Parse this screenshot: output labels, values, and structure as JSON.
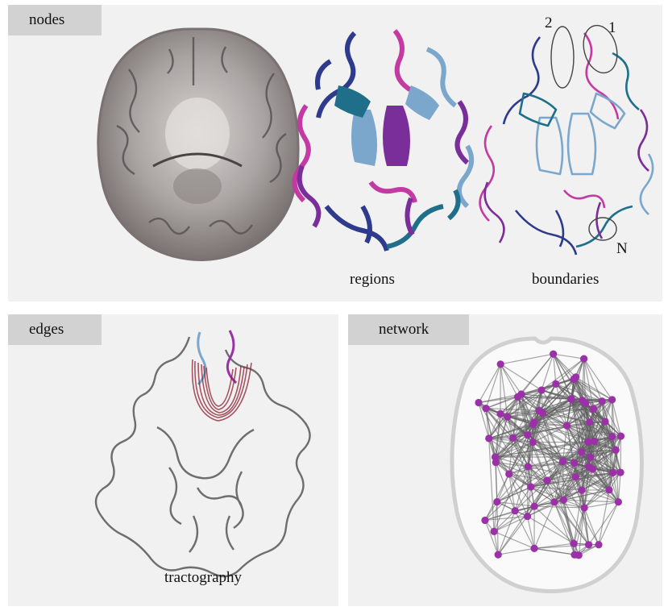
{
  "panels": {
    "nodes": {
      "tab": "nodes",
      "captions": {
        "regions": "regions",
        "boundaries": "boundaries"
      },
      "markers": {
        "one": "1",
        "two": "2",
        "n": "N"
      }
    },
    "edges": {
      "tab": "edges",
      "caption": "tractography"
    },
    "network": {
      "tab": "network"
    }
  },
  "colors": {
    "panel_bg": "#f1f1f1",
    "tab_bg": "#d2d2d2",
    "region_blue_dark": "#2e3a8c",
    "region_purple": "#7a2e9a",
    "region_magenta": "#c43aa3",
    "region_blue_light": "#7ba7cc",
    "region_teal": "#1f6f8b",
    "tract_red": "#8b2030",
    "node_purple": "#9b30a8",
    "edge_gray": "#5c5c5c",
    "outline_gray": "#6e6e6e"
  },
  "icons": {
    "mri": "brain-mri-slice-icon",
    "regions": "brain-parcellation-regions-icon",
    "boundaries": "brain-region-boundaries-icon",
    "tractography": "brain-tractography-icon",
    "network": "brain-network-graph-icon"
  }
}
